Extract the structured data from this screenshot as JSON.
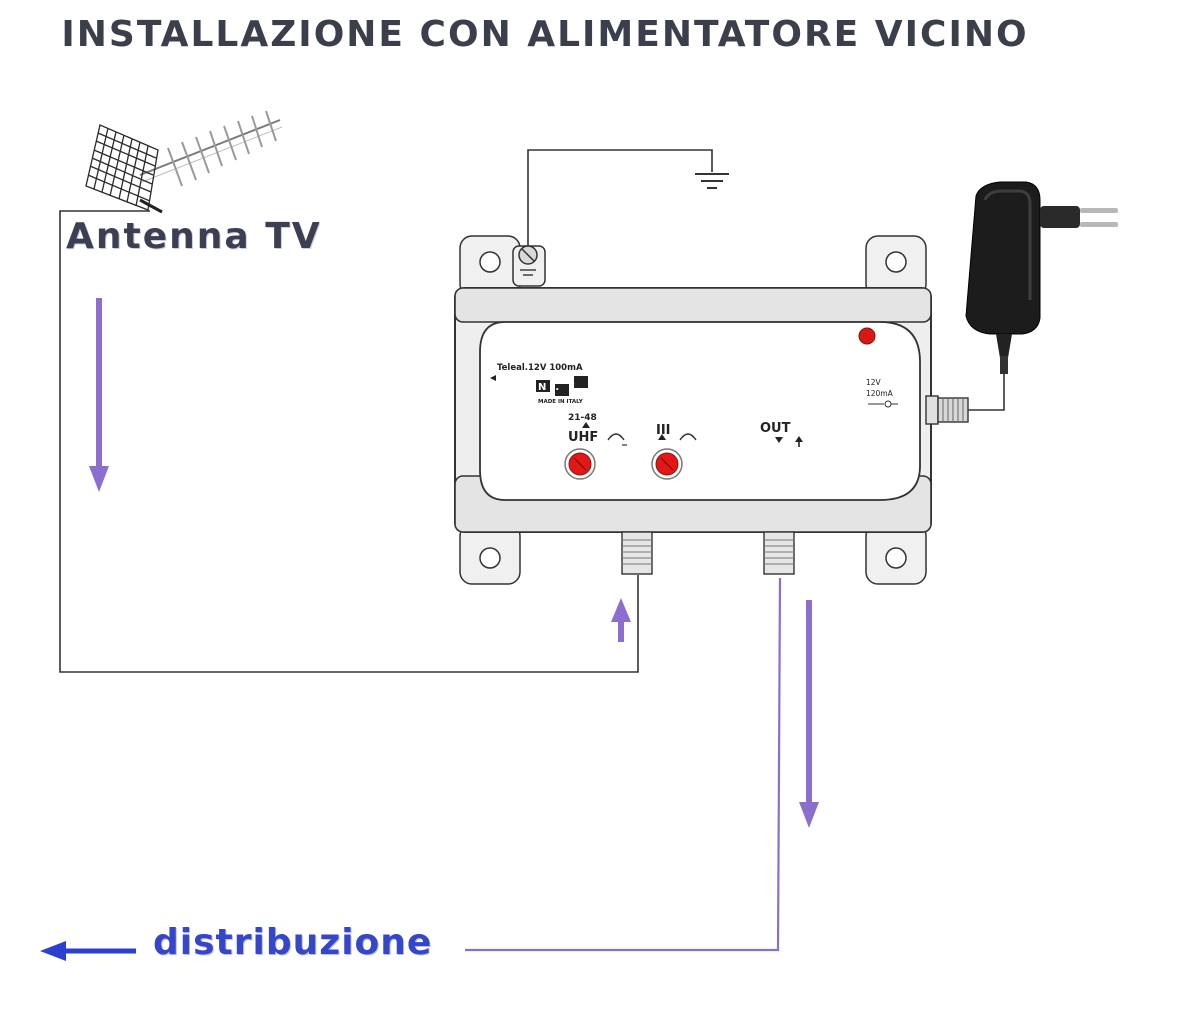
{
  "title": "INSTALLAZIONE CON ALIMENTATORE VICINO",
  "labels": {
    "antenna": "Antenna  TV",
    "distribution": "distribuzione"
  },
  "amplifier": {
    "model": "Teleal.12V 100mA",
    "brand_logo": "N.E.L.",
    "made_in": "MADE IN ITALY",
    "uhf_range": "21-48",
    "uhf_label": "UHF",
    "vhf_label": "III",
    "out_label": "OUT",
    "power_rating_v": "12V",
    "power_rating_ma": "120mA"
  },
  "colors": {
    "arrow": "#8a6fcf",
    "cable_purple": "#8a6fcf",
    "distribution_arrow": "#2b3fd0",
    "knob": "#e01818",
    "led": "#d81818",
    "device_gray": "#efefef"
  }
}
